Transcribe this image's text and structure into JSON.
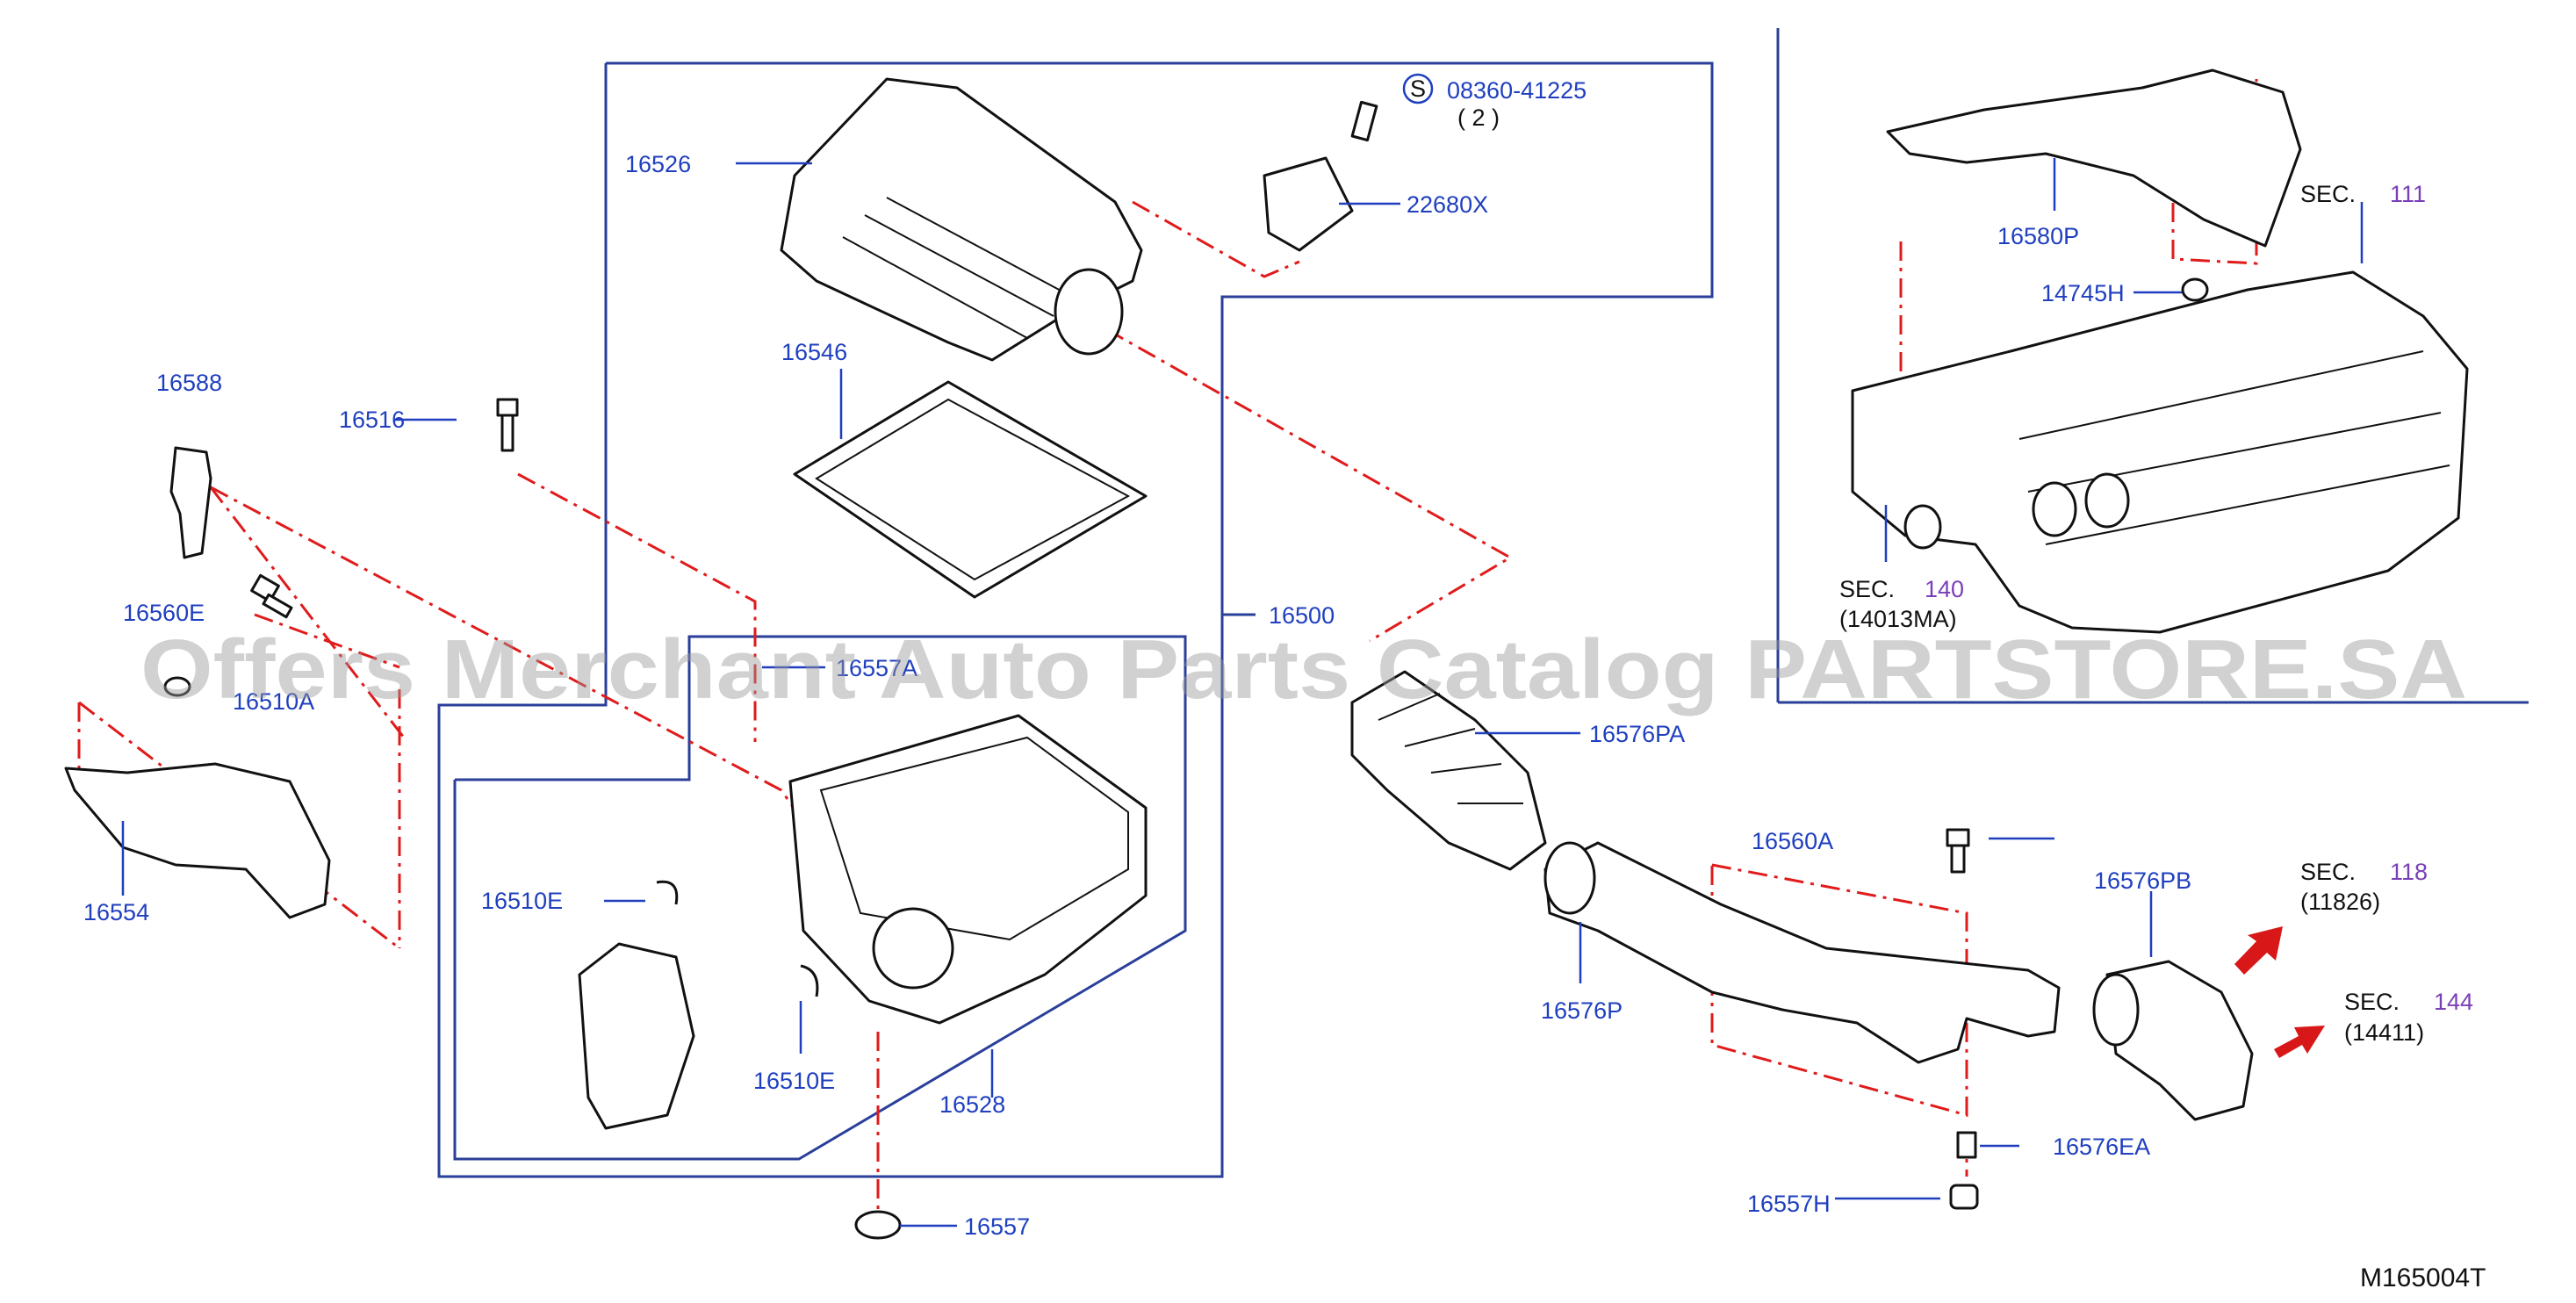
{
  "watermark": "Offers Merchant Auto Parts Catalog PARTSTORE.SA",
  "diagram_code": "M165004T",
  "fastener_symbol": "S",
  "fastener": {
    "part": "08360-41225",
    "qty": "( 2 )"
  },
  "labels": {
    "p16526": "16526",
    "p22680X": "22680X",
    "p16546": "16546",
    "p16588": "16588",
    "p16516": "16516",
    "p16560E": "16560E",
    "p16510A": "16510A",
    "p16557A": "16557A",
    "p16500": "16500",
    "p16554": "16554",
    "p16510E_top": "16510E",
    "p16510E_bottom": "16510E",
    "p16528": "16528",
    "p16557": "16557",
    "p16576PA": "16576PA",
    "p16560A": "16560A",
    "p16576PB": "16576PB",
    "p16576P": "16576P",
    "p16576EA": "16576EA",
    "p16557H": "16557H",
    "p16580P": "16580P",
    "p14745H": "14745H"
  },
  "sections": [
    {
      "key": "sec111",
      "prefix": "SEC.",
      "num": "111",
      "sub": ""
    },
    {
      "key": "sec140",
      "prefix": "SEC.",
      "num": "140",
      "sub": "(14013MA)"
    },
    {
      "key": "sec118",
      "prefix": "SEC.",
      "num": "118",
      "sub": "(11826)"
    },
    {
      "key": "sec144",
      "prefix": "SEC.",
      "num": "144",
      "sub": "(14411)"
    }
  ],
  "colors": {
    "label_blue": "#1f3fbf",
    "frame_blue": "#2a3f9a",
    "section_purple": "#7a3fb8",
    "dash_red": "#e01b1b"
  }
}
